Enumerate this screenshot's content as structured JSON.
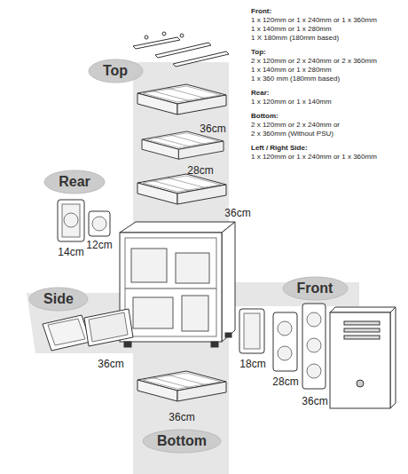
{
  "diagram": {
    "nodes": [
      {
        "text": [
          "Top"
        ]
      },
      {
        "text": [
          "Rear"
        ]
      },
      {
        "text": [
          "Side"
        ]
      },
      {
        "text": [
          "Front"
        ]
      },
      {
        "text": [
          "Bottom"
        ]
      }
    ],
    "edges": [],
    "labels": [
      "Front:",
      "1 x 120mm or 1 x 240mm or 1 x 360mm",
      "1 x 140mm or 1 x 280mm",
      "1 X 180mm (180mm based)",
      "Top:",
      "2 x 120mm or 2 x 240mm or 2 x 360mm",
      "1 x 140mm or 1 x 280mm",
      "1 x 360 mm (180mm based)",
      "Rear:",
      "1 x 120mm or 1 x 140mm",
      "Bottom:",
      "2 x 120mm or 2 x 240mm or",
      "2 x 360mm (Without PSU)",
      "Left / Right Side:",
      "1 x 120mm or 1 x 240mm or 1 x 360mm",
      "36cm",
      "28cm",
      "36cm",
      "14cm",
      "12cm",
      "36cm",
      "18cm",
      "28cm",
      "36cm",
      "36cm"
    ]
  }
}
